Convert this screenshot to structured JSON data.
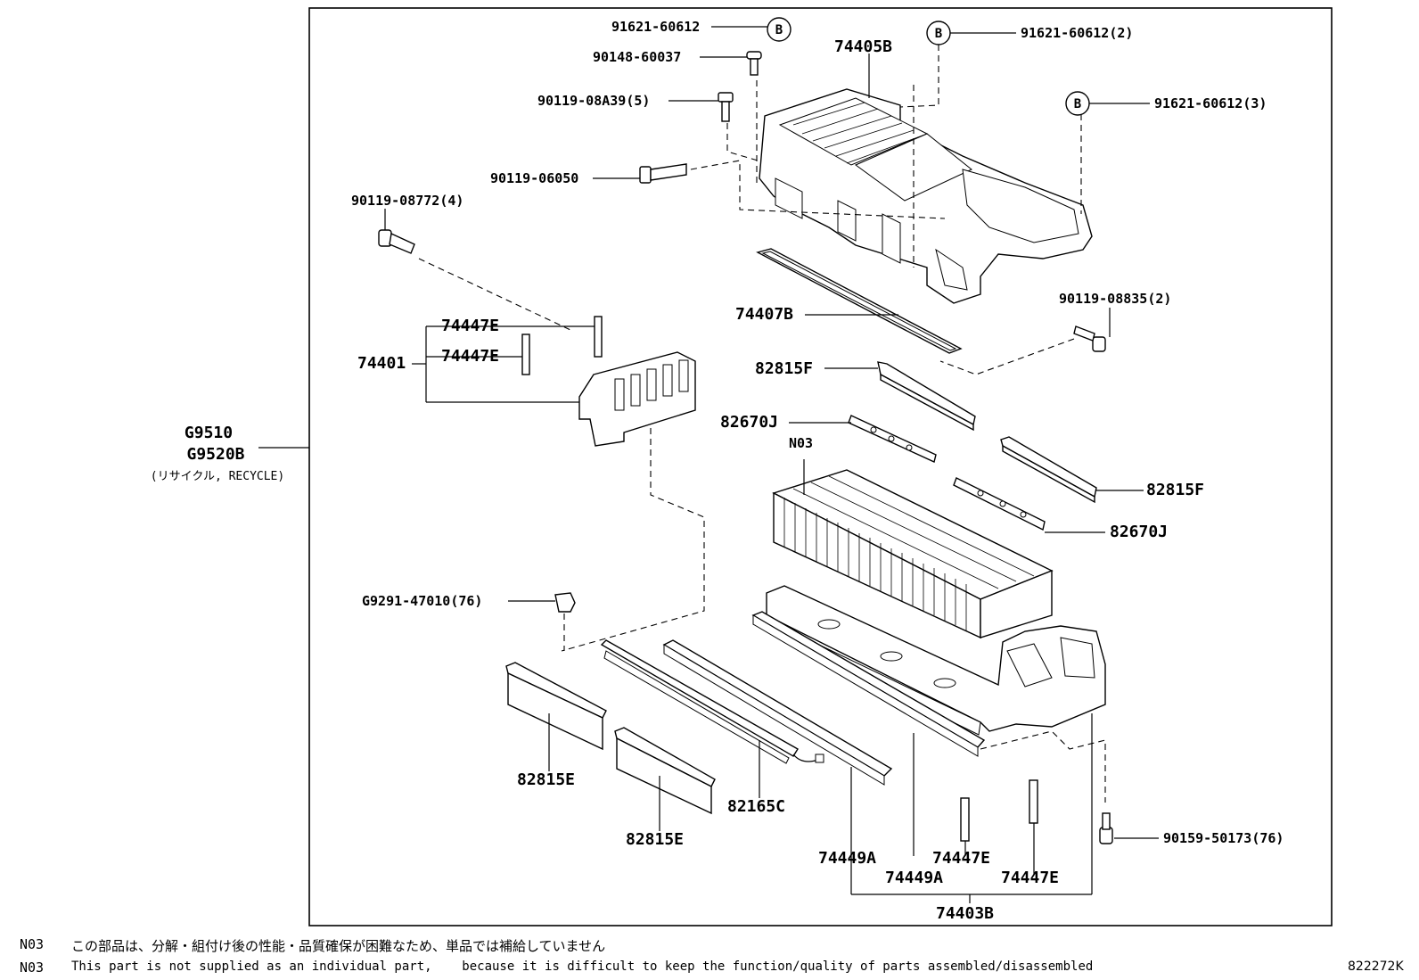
{
  "group_label": {
    "line1": "G9510",
    "line2": "G9520B",
    "line3": "(リサイクル, RECYCLE)"
  },
  "circle_marker": "B",
  "parts": {
    "p_91621_60612": "91621-60612",
    "p_91621_60612_2": "91621-60612(2)",
    "p_91621_60612_3": "91621-60612(3)",
    "p_90148_60037": "90148-60037",
    "p_74405B": "74405B",
    "p_90119_08A39": "90119-08A39(5)",
    "p_90119_06050": "90119-06050",
    "p_90119_08772": "90119-08772(4)",
    "p_90119_08835": "90119-08835(2)",
    "p_74407B": "74407B",
    "p_74447E_a": "74447E",
    "p_74447E_b": "74447E",
    "p_74401": "74401",
    "p_82815F_a": "82815F",
    "p_82670J_a": "82670J",
    "p_N03": "N03",
    "p_82815F_b": "82815F",
    "p_82670J_b": "82670J",
    "p_G9291": "G9291-47010(76)",
    "p_82815E_a": "82815E",
    "p_82815E_b": "82815E",
    "p_82165C": "82165C",
    "p_74449A_a": "74449A",
    "p_74449A_b": "74449A",
    "p_74447E_c": "74447E",
    "p_74447E_d": "74447E",
    "p_74403B": "74403B",
    "p_90159_50173": "90159-50173(76)"
  },
  "footnotes": {
    "code_jp": "N03",
    "text_jp": "この部品は、分解・組付け後の性能・品質確保が困難なため、単品では補給していません",
    "code_en": "N03",
    "text_en": "This part is not supplied as an individual part,    because it is difficult to keep the function/quality of parts assembled/disassembled",
    "figure_code": "822272K"
  }
}
